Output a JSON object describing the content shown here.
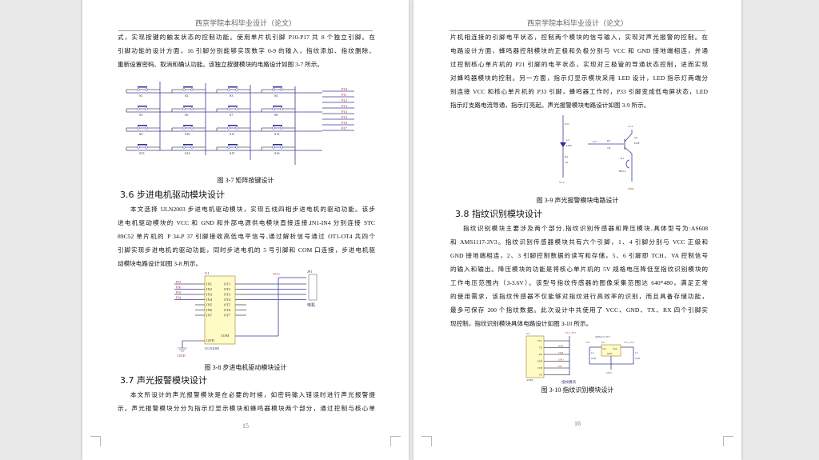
{
  "header": "西京学院本科毕业设计（论文）",
  "page15": {
    "para1": [
      "式，实现按键的触发状态的控制功能。使用单片机引脚 P10-P17 共 8 个独立引脚。在",
      "引脚功能的设计方面，16 引脚分别能够实现数字 0-9 的输入，指纹添加、指纹删除、",
      "重新设置密码、取消和确认功能。该独立按键模块的电路设计如图 3-7 所示。"
    ],
    "fig37": {
      "caption": "图 3-7  矩阵按键设计",
      "switches": [
        "S1",
        "S2",
        "S3",
        "S4",
        "S5",
        "S6",
        "S7",
        "S8",
        "S9",
        "S10",
        "S11",
        "S12",
        "S13",
        "S14",
        "S15",
        "S16"
      ],
      "ports": [
        "P10",
        "P11",
        "P12",
        "P13",
        "P14",
        "P15",
        "P16",
        "P17"
      ]
    },
    "h36": "3.6  步进电机驱动模块设计",
    "para2": [
      "本文选择 ULN2003 步进电机驱动模块，实现五线四相步进电机的驱动功能。该步",
      "进电机驱动模块的 VCC 和 GND 和外部电源供电模块直接连接,IN1-IN4 分别连接 STC",
      "89C52 单片机的 P 34-P 37 引脚接收高低电平信号,通过解析信号通过 OT1-OT4 共四个",
      "引脚实现步进电机的驱动功能，同时步进电机的 5 号引脚和 COM 口连接，步进电机驱",
      "动模块电路设计如图 3-8 所示。"
    ],
    "fig38": {
      "caption": "图 3-8  步进电机驱动模块设计",
      "chip": "U1",
      "part": "ULN2003",
      "ins": [
        "IN1",
        "IN2",
        "IN3",
        "IN4",
        "IN5",
        "IN6",
        "IN7"
      ],
      "outs": [
        "OT1",
        "OT2",
        "OT3",
        "OT4",
        "OT5",
        "OT6",
        "OT7"
      ],
      "ports": [
        "P37",
        "P36",
        "P35",
        "P34"
      ],
      "com": "COM",
      "gnd_pin": "GND",
      "gnd": "GND",
      "vcc": "VCC",
      "jp": "JP1",
      "motor": "电机"
    },
    "h37": "3.7  声光报警模块设计",
    "para3": [
      "本文所设计的声光报警模块是在必要的时候，如密码输入错误时进行声光报警提",
      "示。声光报警模块分分为指示灯显示模块和蜂鸣器模块两个部分，通过控制与核心单"
    ],
    "page_number": "15"
  },
  "page16": {
    "para1": [
      "片机相连接的引脚电平状态，控制两个模块的信号输入，实现对声光报警的控制。在",
      "电路设计方面，蜂鸣器控制模块的正极和负极分别与 VCC 和 GND 接地端相连，并通",
      "过控制核心单片机的 P21 引脚的电平状态，实现对三极管的导通状态控制，进而实现",
      "对蜂鸣器模块的控制。另一方面，指示灯显示模块采用 LED 设计，LED 指示灯两端分",
      "别连接 VCC 和核心单片机的 P33 引脚，蜂鸣器工作时，P33 引脚变成低电屏状态，LED",
      "指示灯支路电流导通，指示灯亮起。声光报警模块电路设计如图 3-9 所示。"
    ],
    "fig39": {
      "caption": "图 3-9  声光报警模块电路设计",
      "p33": "P33",
      "led": "L2",
      "led_t": "LED",
      "r4": "R4",
      "r4v": "1K",
      "vcc": "VCC",
      "p21": "P21",
      "r3": "R3",
      "r3v": "1K",
      "q": "Q1",
      "qt": "PNP",
      "bz": "B1",
      "bzt": "BELL",
      "gnd": "GND"
    },
    "h38": "3.8  指纹识别模块设计",
    "para2": [
      "指纹识别模块主要涉及两个部分,指纹识别传感器和降压模块,具体型号为:AS608",
      "和 AMS1117-3V3。指纹识别传感器模块共有六个引脚，1、4 引脚分别与 VCC 正级和",
      "GND 接地端相连，2、3 引脚控制数据的读写和存储，5、6 引脚即 TCH、VA 控制信号",
      "的输入和输出。降压模块的功能是将核心单片机的 5V 规格电压降低至指纹识别模块的",
      "工作电压范围内（3-3.6V）。该型号指纹传感器的图像采集范围达 640*480，满足正常",
      "的使用需求，该指纹传感器不仅能够对指纹进行高效率的识别，而且具备存储功能，",
      "最多可保存 200 个指纹数据。此次设计中共使用了 VCC、GND、TX、RX 四个引脚实",
      "现控制，指纹识别模块具体电路设计如图 3-10 所示。"
    ],
    "fig310": {
      "caption": "图 3-10  指纹识别模块设计",
      "u": "U4",
      "part": "AS608",
      "pins": [
        "VCC",
        "TX",
        "RX",
        "GND",
        "TCH",
        "VA"
      ],
      "nets": [
        "",
        "RXD",
        "TXD",
        "GND",
        "P32",
        ""
      ],
      "vcc3": "VCC_3V3",
      "reg": "AMS1117-3V3",
      "u2": "U2",
      "vin": "Vin",
      "vout": "Vout",
      "rgnd": "GND",
      "vcc": "VCC",
      "c2": "C2",
      "c3": "C3",
      "cv": "10uF",
      "gnd": "GND",
      "title": "指纹模块"
    },
    "page_number": "16"
  },
  "colors": {
    "wire": "#3a3a9a",
    "net_label": "#a03030",
    "chip_fill": "#fffbc4",
    "chip_border": "#a08030"
  }
}
